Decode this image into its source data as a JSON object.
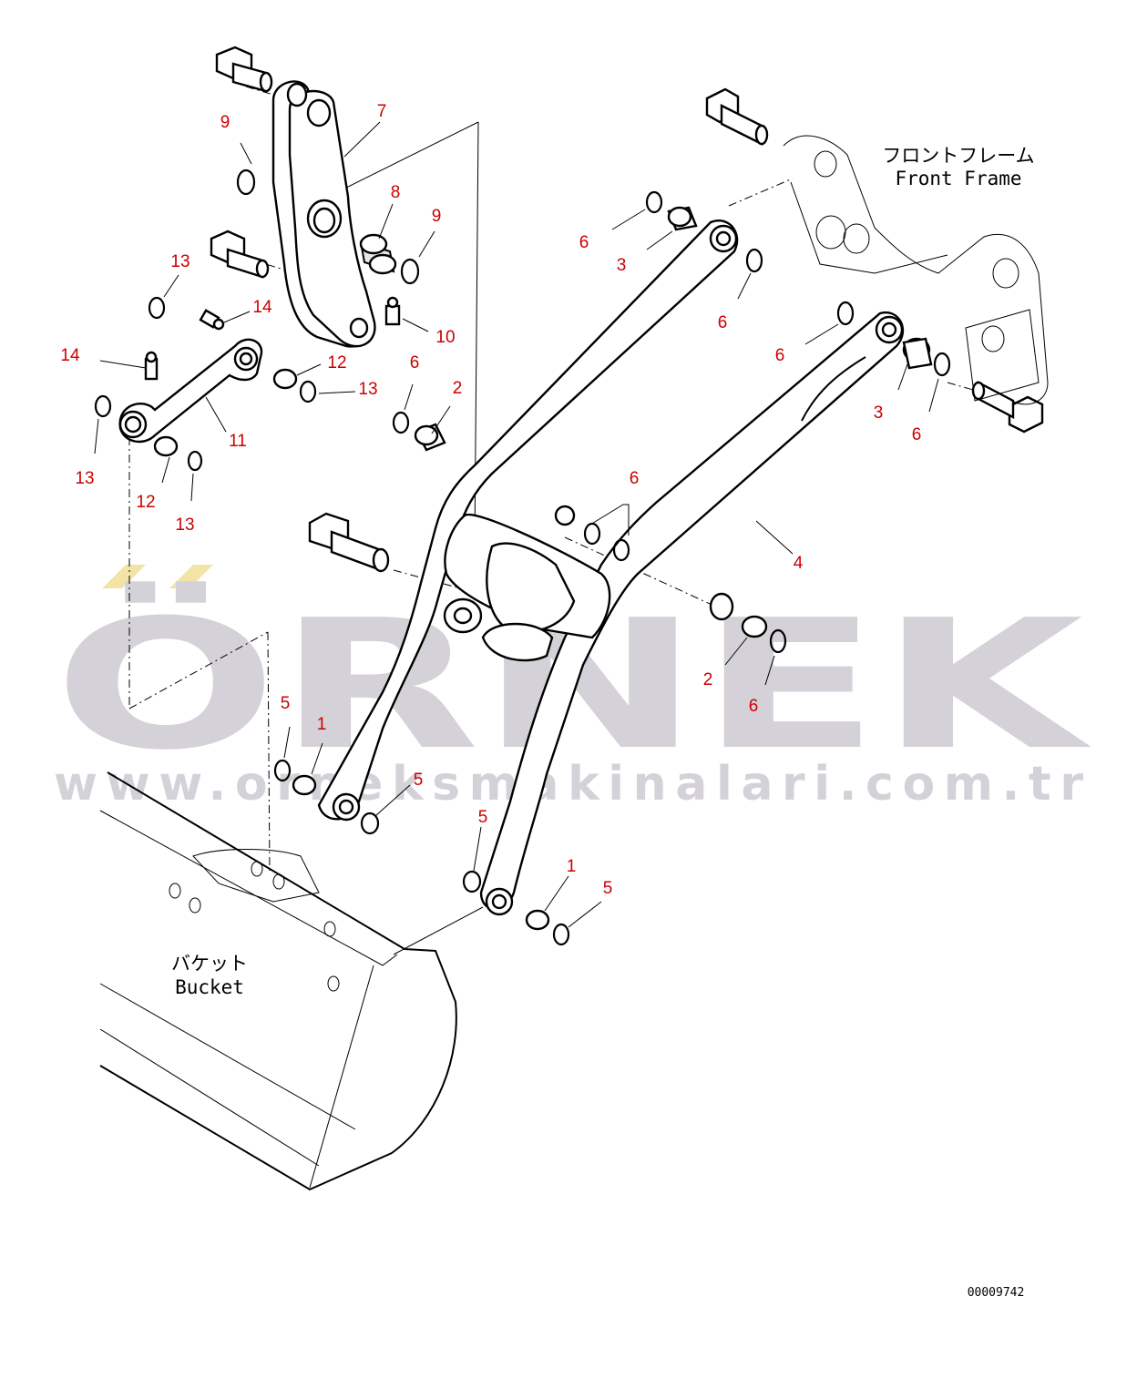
{
  "labels": {
    "front_frame_jp": "フロントフレーム",
    "front_frame_en": "Front Frame",
    "bucket_jp": "バケット",
    "bucket_en": "Bucket",
    "drawing_code": "00009742"
  },
  "watermark": {
    "brand": "ÖRNEK",
    "url": "www.orneksmakinalari.com.tr",
    "color": "#d4d2d8",
    "accent": "#f3e3a6"
  },
  "colors": {
    "line": "#000000",
    "part_number": "#cc0000"
  },
  "callouts": [
    {
      "num": "7"
    },
    {
      "num": "9"
    },
    {
      "num": "8"
    },
    {
      "num": "9"
    },
    {
      "num": "13"
    },
    {
      "num": "14"
    },
    {
      "num": "10"
    },
    {
      "num": "14"
    },
    {
      "num": "12"
    },
    {
      "num": "13"
    },
    {
      "num": "11"
    },
    {
      "num": "13"
    },
    {
      "num": "12"
    },
    {
      "num": "13"
    },
    {
      "num": "6"
    },
    {
      "num": "3"
    },
    {
      "num": "6"
    },
    {
      "num": "6"
    },
    {
      "num": "2"
    },
    {
      "num": "6"
    },
    {
      "num": "3"
    },
    {
      "num": "6"
    },
    {
      "num": "6"
    },
    {
      "num": "4"
    },
    {
      "num": "2"
    },
    {
      "num": "6"
    },
    {
      "num": "5"
    },
    {
      "num": "1"
    },
    {
      "num": "5"
    },
    {
      "num": "5"
    },
    {
      "num": "1"
    },
    {
      "num": "5"
    }
  ]
}
